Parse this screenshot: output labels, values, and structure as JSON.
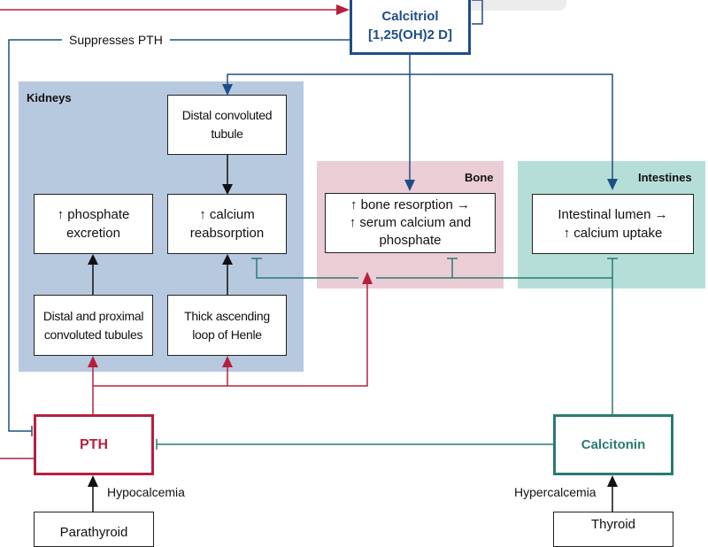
{
  "colors": {
    "calcitriol_blue": "#1f4e85",
    "pth_red": "#b5203f",
    "calcitonin_teal": "#2a7b72",
    "kidney_panel": "#b7c9df",
    "bone_panel": "#ebcdd5",
    "intestine_panel": "#b6ded8",
    "black": "#111111"
  },
  "nodes": {
    "calcitriol": {
      "line1": "Calcitriol",
      "line2": "[1,25(OH)2 D]"
    },
    "pth": "PTH",
    "calcitonin": "Calcitonin",
    "parathyroid": "Parathyroid",
    "thyroid": "Thyroid"
  },
  "labels": {
    "suppresses_pth": "Suppresses PTH",
    "hypocalcemia": "Hypocalcemia",
    "hypercalcemia": "Hypercalcemia"
  },
  "panels": {
    "kidneys": {
      "title": "Kidneys",
      "boxes": {
        "dct": {
          "line1": "Distal convoluted",
          "line2": "tubule"
        },
        "phosphate": {
          "line1": "↑ phosphate",
          "line2": "excretion"
        },
        "calcium": {
          "line1": "↑ calcium",
          "line2": "reabsorption"
        },
        "dpct": {
          "line1": "Distal and proximal",
          "line2": "convoluted tubules"
        },
        "tal": {
          "line1": "Thick ascending",
          "line2": "loop of Henle"
        }
      }
    },
    "bone": {
      "title": "Bone",
      "box": {
        "line1": "↑ bone resorption →",
        "line2": "↑ serum calcium and",
        "line3": "phosphate"
      }
    },
    "intestines": {
      "title": "Intestines",
      "box": {
        "line1": "Intestinal lumen →",
        "line2": "↑ calcium uptake"
      }
    }
  }
}
